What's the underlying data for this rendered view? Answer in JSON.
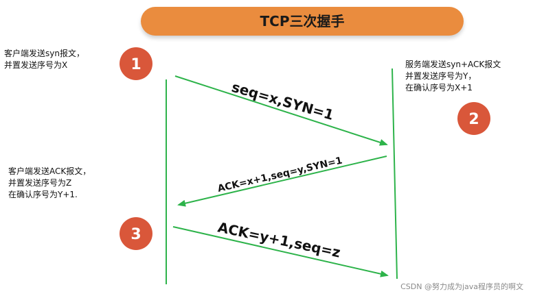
{
  "title": "TCP三次握手",
  "steps": [
    {
      "number": "1"
    },
    {
      "number": "2"
    },
    {
      "number": "3"
    }
  ],
  "notes": {
    "client_syn": [
      "客户端发送syn报文，",
      "并置发送序号为X"
    ],
    "server_synack": [
      "服务端发送syn+ACK报文",
      "并置发送序号为Y，",
      "在确认序号为X+1"
    ],
    "client_ack": [
      "客户端发送ACK报文，",
      "并置发送序号为Z",
      "在确认序号为Y+1."
    ]
  },
  "messages": [
    {
      "label": "seq=x,SYN=1"
    },
    {
      "label": "ACK=x+1,seq=y,SYN=1"
    },
    {
      "label": "ACK=y+1,seq=z"
    }
  ],
  "watermark": "CSDN @努力成为java程序员的啊文",
  "colors": {
    "title_fill": "#ea8c3e",
    "step_circle": "#d9573a",
    "arrow": "#2db34a",
    "lifeline": "#2db34a"
  }
}
